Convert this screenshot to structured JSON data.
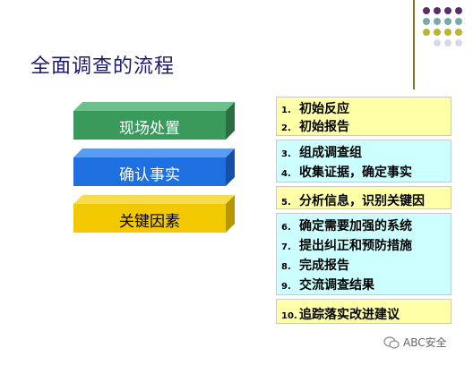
{
  "title": "全面调查的流程",
  "blocks": [
    {
      "label": "现场处置",
      "front": "#3a9a5c",
      "top": "#6cc08a",
      "side": "#2a6e42"
    },
    {
      "label": "确认事实",
      "front": "#1e6fe0",
      "top": "#5a9cf0",
      "side": "#1450a8"
    },
    {
      "label": "关键因素",
      "front": "#f2c800",
      "top": "#f8dc50",
      "side": "#b89800"
    }
  ],
  "panels": [
    {
      "color": "#ffffa8",
      "steps": [
        {
          "num": "1.",
          "text": "初始反应"
        },
        {
          "num": "2.",
          "text": "初始报告"
        }
      ]
    },
    {
      "color": "#ccffff",
      "steps": [
        {
          "num": "3.",
          "text": "组成调查组"
        },
        {
          "num": "4.",
          "text": "收集证据，确定事实"
        }
      ]
    },
    {
      "color": "#ffffa8",
      "steps": [
        {
          "num": "5.",
          "text": "分析信息，识别关键因"
        }
      ]
    },
    {
      "color": "#ccffff",
      "steps": [
        {
          "num": "6.",
          "text": "确定需要加强的系统"
        },
        {
          "num": "7.",
          "text": "提出纠正和预防措施"
        },
        {
          "num": "8.",
          "text": "完成报告"
        },
        {
          "num": "9.",
          "text": "交流调查结果"
        }
      ]
    },
    {
      "color": "#ffffa8",
      "steps": [
        {
          "num": "10.",
          "text": "追踪落实改进建议"
        }
      ]
    }
  ],
  "dot_colors": [
    "#5a2d6e",
    "#7aaaa8",
    "#b8b830",
    "#d8d8e8"
  ],
  "watermark": "ABC安全"
}
